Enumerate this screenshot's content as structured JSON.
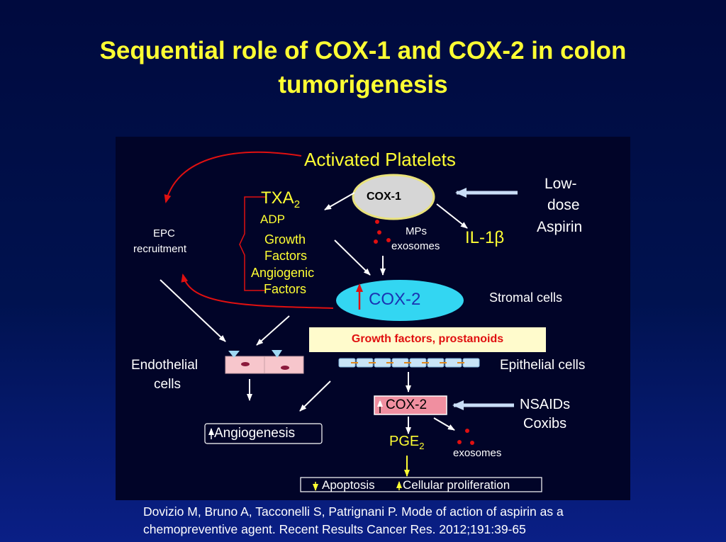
{
  "title": {
    "line1": "Sequential role of COX-1 and COX-2 in colon",
    "line2": "tumorigenesis"
  },
  "diagram": {
    "activated_platelets": "Activated Platelets",
    "cox1": "COX-1",
    "low_dose": "Low-",
    "low_dose_2": "dose",
    "aspirin": "Aspirin",
    "txa": "TXA",
    "txa_sub": "2",
    "adp": "ADP",
    "growth": "Growth",
    "factors1": "Factors",
    "angiogenic": "Angiogenic",
    "factors2": "Factors",
    "epc": "EPC",
    "recruitment": "recruitment",
    "mps": "MPs",
    "exosomes_top": "exosomes",
    "il1": "IL-1",
    "il1_beta": "β",
    "cox2_stromal": "COX-2",
    "stromal_cells": "Stromal cells",
    "growth_prostanoids": "Growth factors, prostanoids",
    "endothelial": "Endothelial",
    "cells": "cells",
    "epithelial_cells": "Epithelial cells",
    "cox2_epithelial": "COX-2",
    "nsaids": "NSAIDs",
    "coxibs": "Coxibs",
    "angiogenesis": "Angiogenesis",
    "pge": "PGE",
    "pge_sub": "2",
    "exosomes_bottom": "exosomes",
    "apoptosis": "Apoptosis",
    "proliferation": "Cellular proliferation"
  },
  "citation": {
    "line1": "Dovizio M, Bruno A, Tacconelli S, Patrignani P. Mode of action of aspirin as a",
    "line2": "chemopreventive agent. Recent Results Cancer Res. 2012;191:39-65"
  },
  "colors": {
    "title": "#ffff33",
    "panel": "#010428",
    "red_arrow": "#e01010",
    "cox2_ellipse": "#33d6f2",
    "highlight_box": "#fffbcc"
  }
}
